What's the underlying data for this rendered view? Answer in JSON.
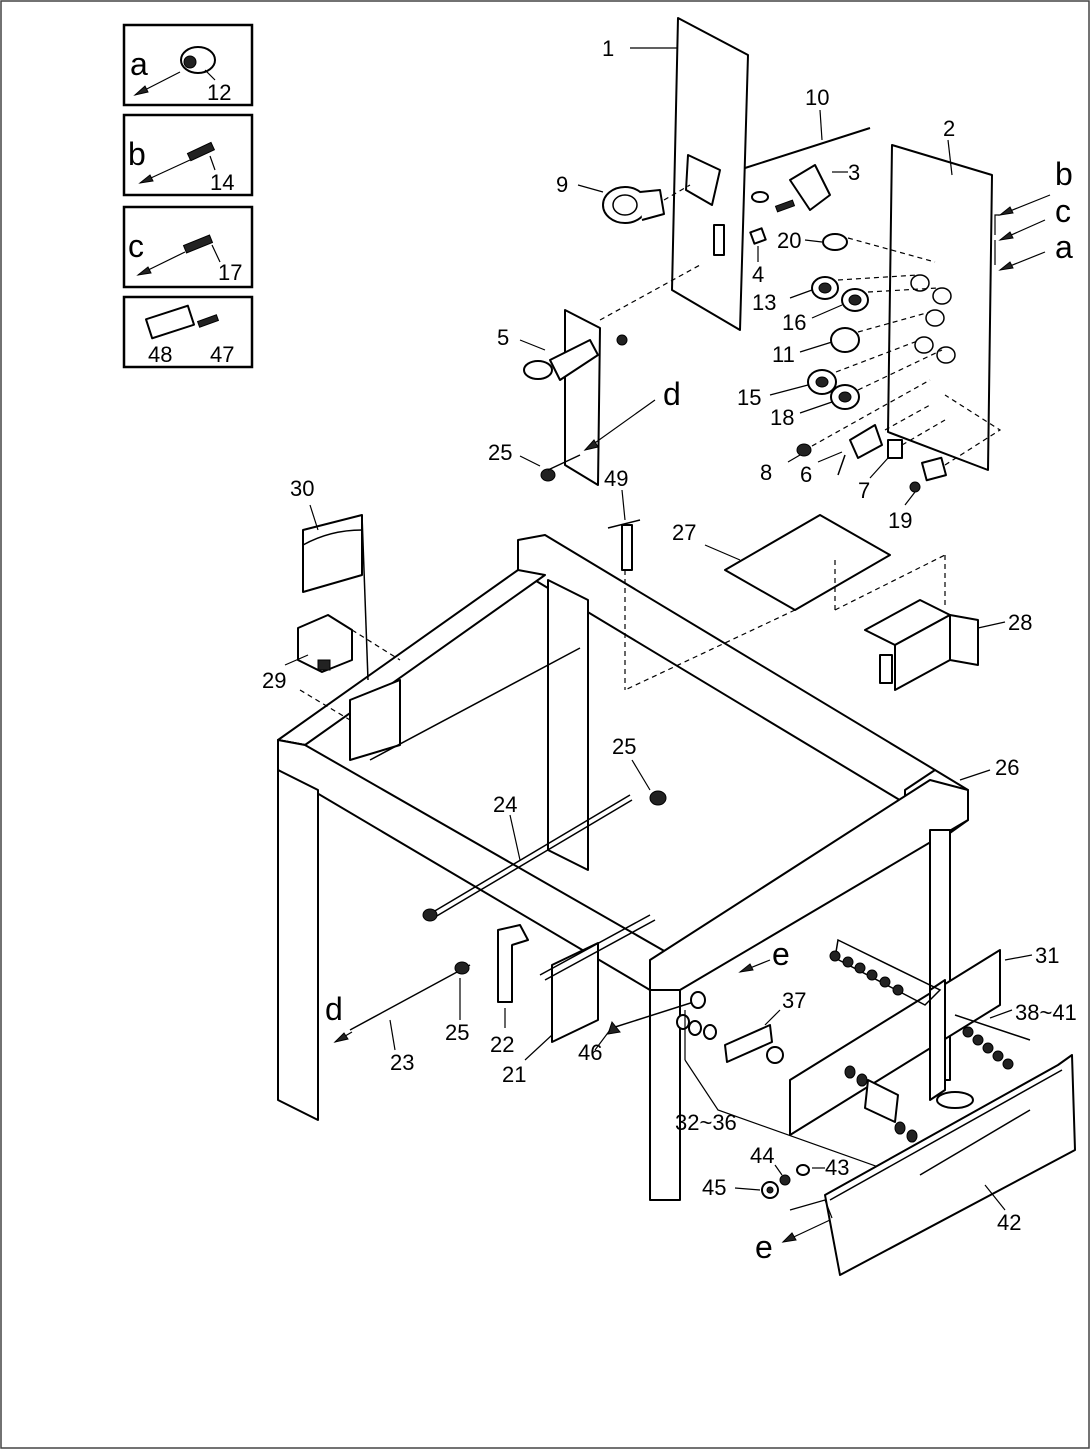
{
  "insets": [
    {
      "letter": "a",
      "part": "12"
    },
    {
      "letter": "b",
      "part": "14"
    },
    {
      "letter": "c",
      "part": "17"
    },
    {
      "part_a": "48",
      "part_b": "47"
    }
  ],
  "callouts": {
    "p1": "1",
    "p2": "2",
    "p3": "3",
    "p4": "4",
    "p5": "5",
    "p6": "6",
    "p7": "7",
    "p8": "8",
    "p9": "9",
    "p10": "10",
    "p11": "11",
    "p13": "13",
    "p15": "15",
    "p16": "16",
    "p18": "18",
    "p19": "19",
    "p20": "20",
    "p21": "21",
    "p22": "22",
    "p23": "23",
    "p24": "24",
    "p25a": "25",
    "p25b": "25",
    "p25c": "25",
    "p26": "26",
    "p27": "27",
    "p28": "28",
    "p29": "29",
    "p30": "30",
    "p31": "31",
    "p32_36": "32~36",
    "p37": "37",
    "p38_41": "38~41",
    "p42": "42",
    "p43": "43",
    "p44": "44",
    "p45": "45",
    "p46": "46",
    "p49": "49"
  },
  "refs": {
    "b": "b",
    "c": "c",
    "a": "a",
    "d_top": "d",
    "d_left": "d",
    "e_top": "e",
    "e_bottom": "e"
  }
}
